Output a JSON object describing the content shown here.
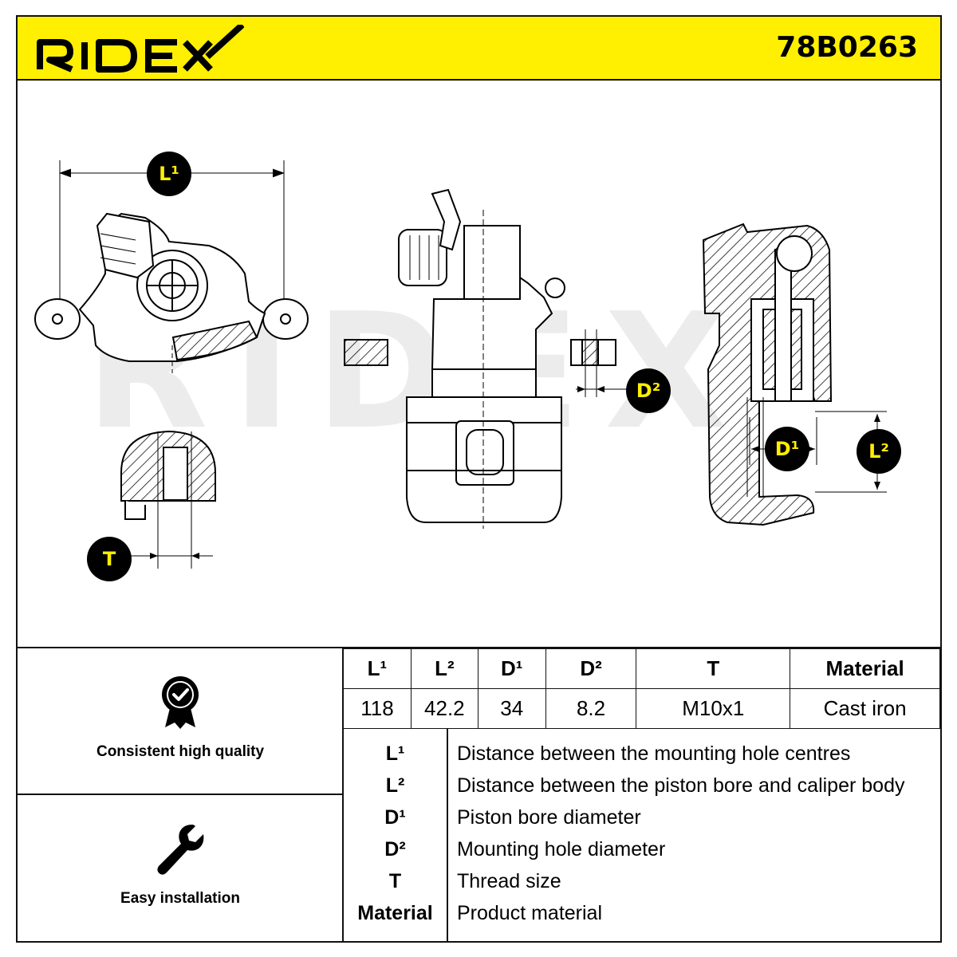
{
  "header": {
    "brand": "RIDEX",
    "part_number": "78B0263"
  },
  "badges": {
    "l1": "L¹",
    "l2": "L²",
    "d1": "D¹",
    "d2": "D²",
    "t": "T"
  },
  "watermark": "RIDEX",
  "features": [
    {
      "label": "Consistent high quality",
      "icon": "quality-seal-icon"
    },
    {
      "label": "Easy installation",
      "icon": "wrench-icon"
    }
  ],
  "specs": {
    "headers": [
      "L¹",
      "L²",
      "D¹",
      "D²",
      "T",
      "Material"
    ],
    "values": [
      "118",
      "42.2",
      "34",
      "8.2",
      "M10x1",
      "Cast iron"
    ]
  },
  "legend": [
    {
      "key": "L¹",
      "desc": "Distance between the mounting hole centres"
    },
    {
      "key": "L²",
      "desc": "Distance between the piston bore and caliper body"
    },
    {
      "key": "D¹",
      "desc": "Piston bore diameter"
    },
    {
      "key": "D²",
      "desc": "Mounting hole diameter"
    },
    {
      "key": "T",
      "desc": "Thread size"
    },
    {
      "key": "Material",
      "desc": "Product material"
    }
  ],
  "colors": {
    "accent": "#ffef00",
    "ink": "#000000",
    "watermark": "#ececec"
  }
}
